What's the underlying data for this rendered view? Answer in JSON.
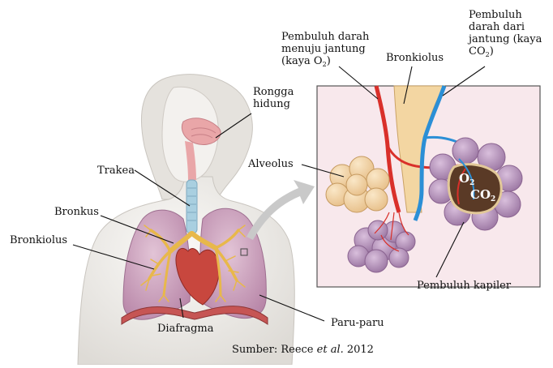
{
  "labels": {
    "rongga": [
      "Rongga",
      "hidung"
    ],
    "trakea": "Trakea",
    "bronkus": "Bronkus",
    "bronkiolus_left": "Bronkiolus",
    "diafragma": "Diafragma",
    "paru": "Paru-paru",
    "alveolus": "Alveolus",
    "bronkiolus_right": "Bronkiolus",
    "pembuluh_menuju": [
      "Pembuluh darah",
      "menuju jantung",
      "(kaya O",
      "2",
      ")"
    ],
    "pembuluh_dari": [
      "Pembuluh",
      "darah dari",
      "jantung (kaya",
      "CO",
      "2",
      ")"
    ],
    "pembuluh_kapiler": "Pembuluh kapiler",
    "chem_o2": [
      "O",
      "2"
    ],
    "chem_co2": [
      "CO",
      "2"
    ]
  },
  "source": {
    "prefix": "Sumber: Reece ",
    "etal": "et al.",
    "year": " 2012"
  },
  "colors": {
    "skin": "#efece8",
    "lung": "#c9a0bc",
    "bronchi": "#e8b84a",
    "heart": "#c8473e",
    "inset_bg": "#f8e8ec",
    "alveoli": "#b58fb8",
    "artery_red": "#d9302a",
    "vein_blue": "#2b8fd6",
    "arrow_gray": "#c9c9c9"
  }
}
